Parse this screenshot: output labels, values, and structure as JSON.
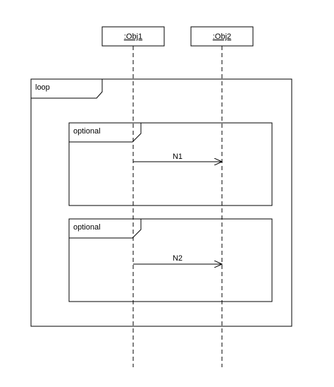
{
  "lifelines": [
    {
      "label": ":Obj1"
    },
    {
      "label": ":Obj2"
    }
  ],
  "fragments": {
    "outer": {
      "operator": "loop"
    },
    "inner": [
      {
        "operator": "optional",
        "message": "N1"
      },
      {
        "operator": "optional",
        "message": "N2"
      }
    ]
  }
}
